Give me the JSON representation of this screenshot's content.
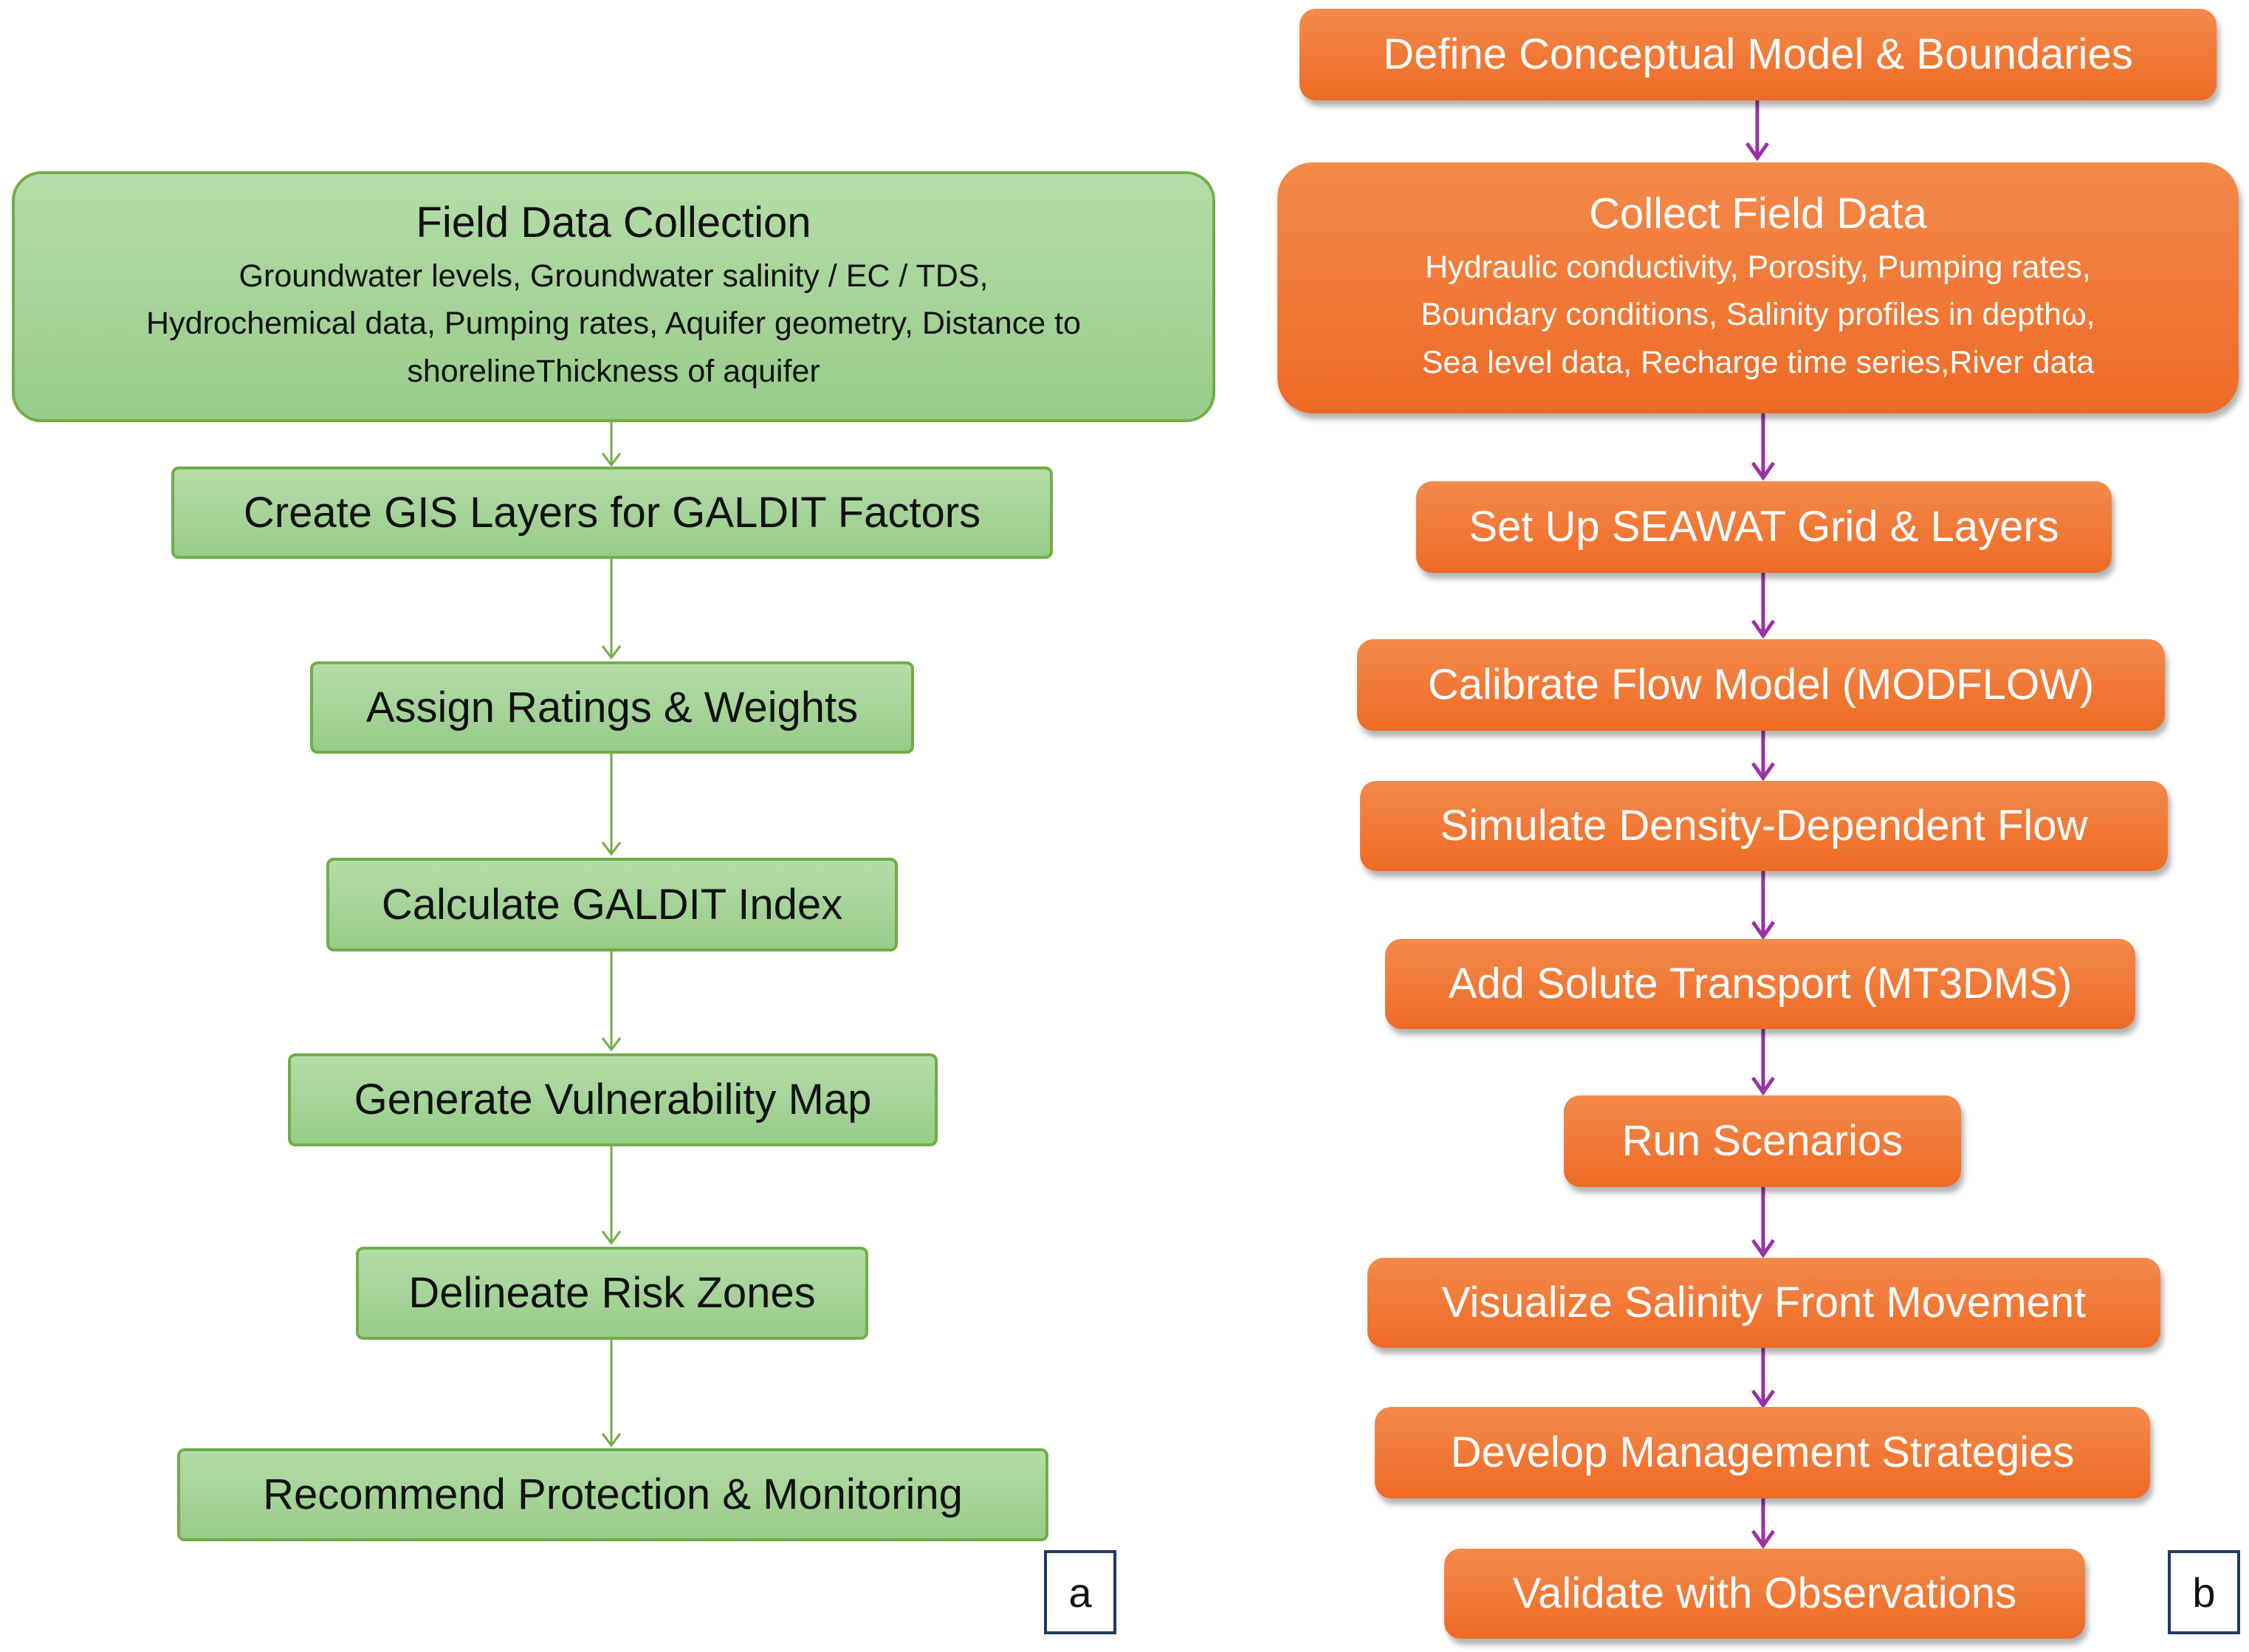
{
  "colors": {
    "green_fill": "#a7d59a",
    "green_border": "#70ad47",
    "green_arrow": "#70ad47",
    "orange_fill": "#f07a36",
    "orange_arrow": "#9b30a8",
    "label_border": "#1f3a5f"
  },
  "panel_a": {
    "label": "a",
    "first_step": {
      "title": "Field Data Collection",
      "details": [
        "Groundwater levels, Groundwater salinity / EC / TDS,",
        "Hydrochemical data, Pumping rates, Aquifer geometry, Distance to",
        "shorelineThickness of aquifer"
      ]
    },
    "steps": [
      "Create GIS Layers for GALDIT Factors",
      "Assign Ratings & Weights",
      "Calculate GALDIT Index",
      "Generate Vulnerability Map",
      "Delineate Risk Zones",
      "Recommend Protection & Monitoring"
    ]
  },
  "panel_b": {
    "label": "b",
    "first_step": "Define Conceptual Model & Boundaries",
    "data_step": {
      "title": "Collect Field Data",
      "details": [
        "Hydraulic conductivity, Porosity, Pumping rates,",
        "Boundary conditions, Salinity profiles in depthω,",
        "Sea level data, Recharge time series,River data"
      ]
    },
    "steps": [
      "Set Up SEAWAT Grid & Layers",
      "Calibrate Flow Model (MODFLOW)",
      "Simulate Density-Dependent Flow",
      "Add Solute Transport (MT3DMS)",
      "Run Scenarios",
      "Visualize Salinity Front Movement",
      "Develop Management Strategies",
      "Validate with Observations"
    ]
  }
}
